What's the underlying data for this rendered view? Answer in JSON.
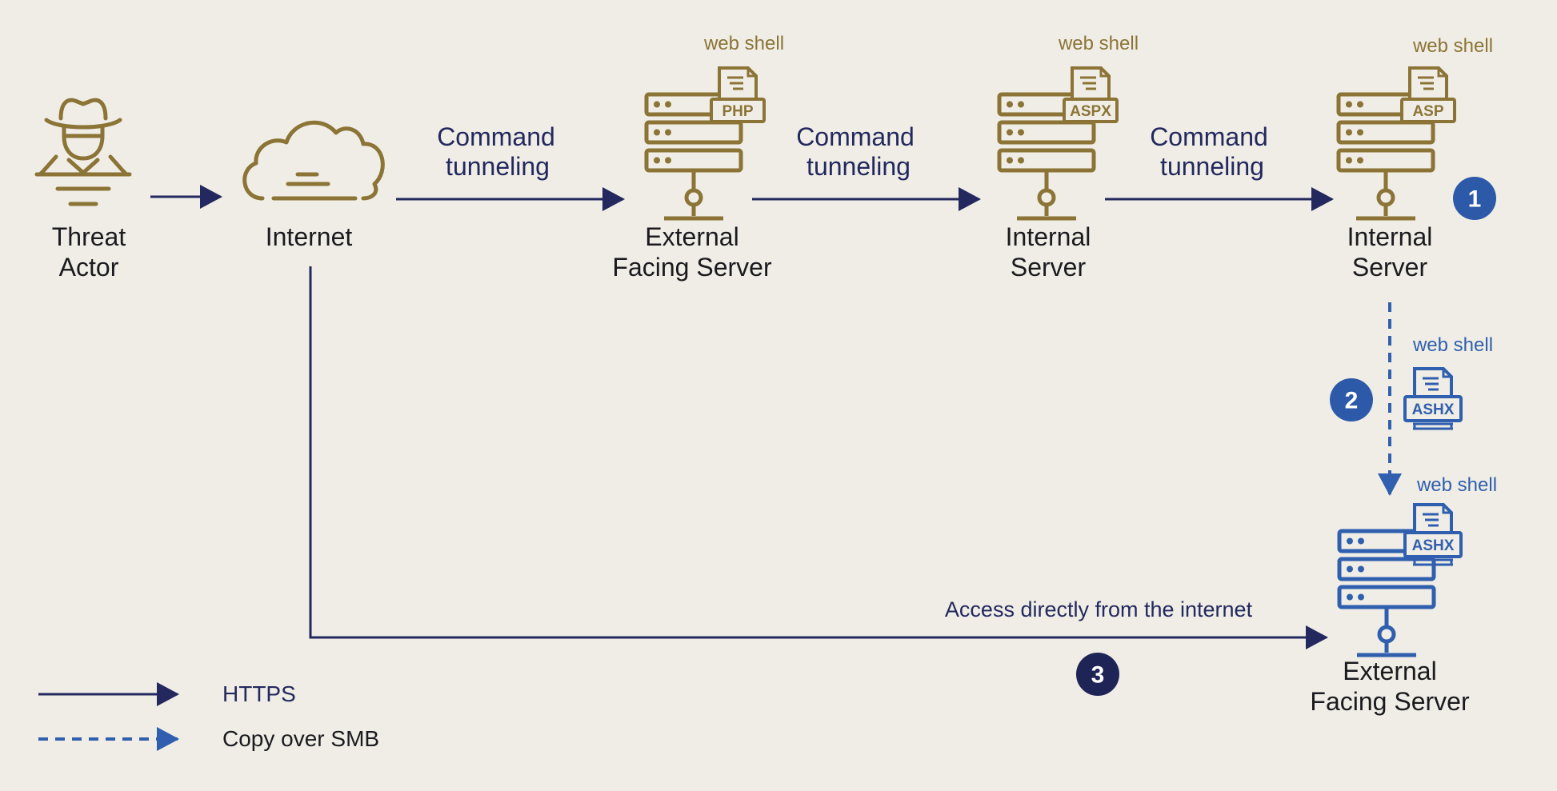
{
  "colors": {
    "background": "#efede5",
    "gold": "#8b7436",
    "navy": "#23285e",
    "blue": "#2f5fae",
    "badge_blue": "#2d5aa8",
    "badge_navy": "#1f2456",
    "text": "#1b1b1f"
  },
  "nodes": {
    "threat_actor": {
      "line1": "Threat",
      "line2": "Actor",
      "icon": "spy-icon"
    },
    "internet": {
      "label": "Internet",
      "icon": "cloud-icon"
    },
    "external_server_1": {
      "line1": "External",
      "line2": "Facing Server",
      "icon": "server-icon",
      "webshell_label": "web shell",
      "file_type": "PHP"
    },
    "internal_server_1": {
      "line1": "Internal",
      "line2": "Server",
      "icon": "server-icon",
      "webshell_label": "web shell",
      "file_type": "ASPX"
    },
    "internal_server_2": {
      "line1": "Internal",
      "line2": "Server",
      "icon": "server-icon",
      "webshell_label": "web shell",
      "file_type": "ASP"
    },
    "copied_shell": {
      "webshell_label": "web shell",
      "file_type": "ASHX",
      "icon": "document-icon"
    },
    "external_server_2": {
      "line1": "External",
      "line2": "Facing Server",
      "icon": "server-icon",
      "webshell_label": "web shell",
      "file_type": "ASHX"
    }
  },
  "edges": {
    "tunnel_1": {
      "line1": "Command",
      "line2": "tunneling"
    },
    "tunnel_2": {
      "line1": "Command",
      "line2": "tunneling"
    },
    "tunnel_3": {
      "line1": "Command",
      "line2": "tunneling"
    },
    "direct_access": {
      "label": "Access directly from the internet"
    }
  },
  "steps": [
    "1",
    "2",
    "3"
  ],
  "legend": {
    "https": "HTTPS",
    "smb": "Copy over SMB"
  }
}
